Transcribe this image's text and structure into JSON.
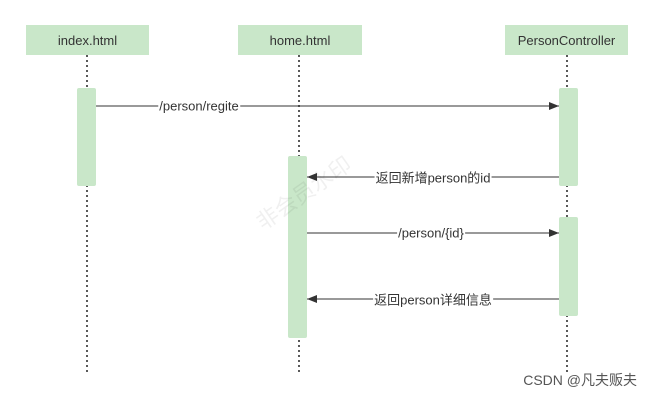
{
  "participants": {
    "index": "index.html",
    "home": "home.html",
    "controller": "PersonController"
  },
  "messages": {
    "m1": "/person/regite",
    "m2": "返回新增person的id",
    "m3": "/person/{id}",
    "m4": "返回person详细信息"
  },
  "watermark": "非会员水印",
  "credit": "CSDN @凡夫贩夫",
  "colors": {
    "participant_fill": "#c9e7c9",
    "activation_fill": "#c9e7c9",
    "line": "#333333"
  }
}
